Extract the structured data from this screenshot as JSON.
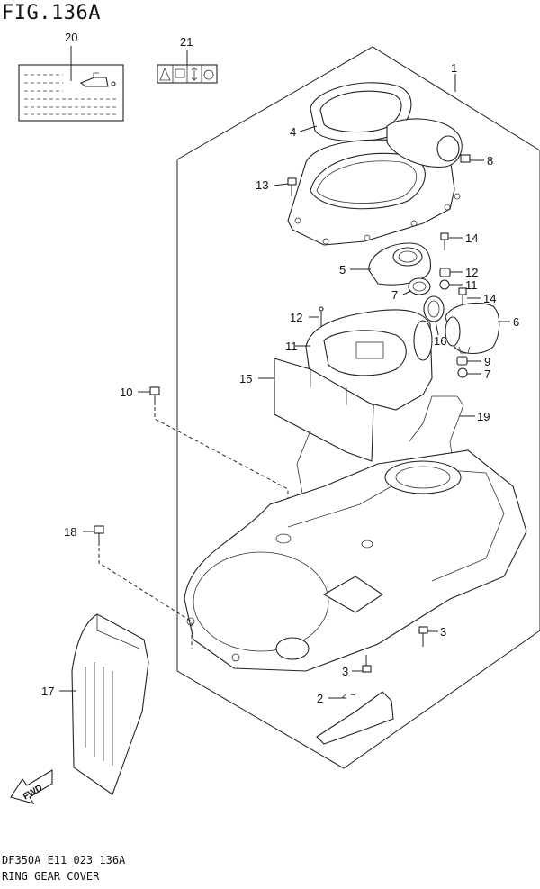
{
  "figure": {
    "title": "FIG.136A"
  },
  "footer": {
    "code": "DF350A_E11_023_136A",
    "name": "RING GEAR COVER"
  },
  "callouts": [
    "20",
    "21",
    "1",
    "4",
    "8",
    "13",
    "14",
    "5",
    "12",
    "11",
    "7",
    "14",
    "6",
    "16",
    "9",
    "7",
    "12",
    "11",
    "15",
    "19",
    "10",
    "18",
    "3",
    "3",
    "2",
    "17"
  ],
  "fwd_label": "FWD"
}
